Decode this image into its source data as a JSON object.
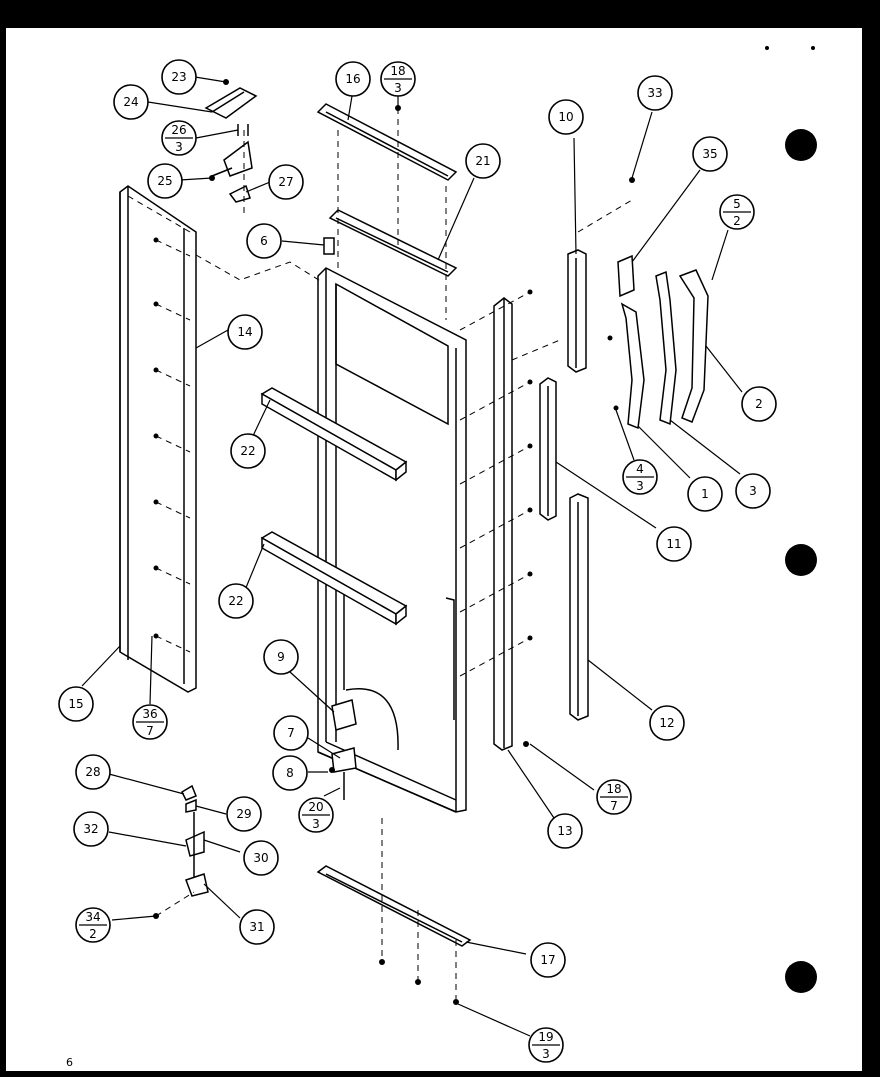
{
  "page_number": "6",
  "callouts": [
    {
      "id": "c1",
      "label": "1"
    },
    {
      "id": "c2",
      "label": "2"
    },
    {
      "id": "c3",
      "label": "3"
    },
    {
      "id": "c4-3",
      "top": "4",
      "bottom": "3"
    },
    {
      "id": "c5-2",
      "top": "5",
      "bottom": "2"
    },
    {
      "id": "c6",
      "label": "6"
    },
    {
      "id": "c7",
      "label": "7"
    },
    {
      "id": "c8",
      "label": "8"
    },
    {
      "id": "c9",
      "label": "9"
    },
    {
      "id": "c10",
      "label": "10"
    },
    {
      "id": "c11",
      "label": "11"
    },
    {
      "id": "c12",
      "label": "12"
    },
    {
      "id": "c13",
      "label": "13"
    },
    {
      "id": "c14",
      "label": "14"
    },
    {
      "id": "c15",
      "label": "15"
    },
    {
      "id": "c16",
      "label": "16"
    },
    {
      "id": "c17",
      "label": "17"
    },
    {
      "id": "c18-3",
      "top": "18",
      "bottom": "3"
    },
    {
      "id": "c18-7",
      "top": "18",
      "bottom": "7"
    },
    {
      "id": "c19-3",
      "top": "19",
      "bottom": "3"
    },
    {
      "id": "c20-3",
      "top": "20",
      "bottom": "3"
    },
    {
      "id": "c21",
      "label": "21"
    },
    {
      "id": "c22a",
      "label": "22"
    },
    {
      "id": "c22b",
      "label": "22"
    },
    {
      "id": "c23",
      "label": "23"
    },
    {
      "id": "c24",
      "label": "24"
    },
    {
      "id": "c25",
      "label": "25"
    },
    {
      "id": "c26-3",
      "top": "26",
      "bottom": "3"
    },
    {
      "id": "c27",
      "label": "27"
    },
    {
      "id": "c28",
      "label": "28"
    },
    {
      "id": "c29",
      "label": "29"
    },
    {
      "id": "c30",
      "label": "30"
    },
    {
      "id": "c31",
      "label": "31"
    },
    {
      "id": "c32",
      "label": "32"
    },
    {
      "id": "c33",
      "label": "33"
    },
    {
      "id": "c34-2",
      "top": "34",
      "bottom": "2"
    },
    {
      "id": "c35",
      "label": "35"
    },
    {
      "id": "c36-7",
      "top": "36",
      "bottom": "7"
    }
  ]
}
